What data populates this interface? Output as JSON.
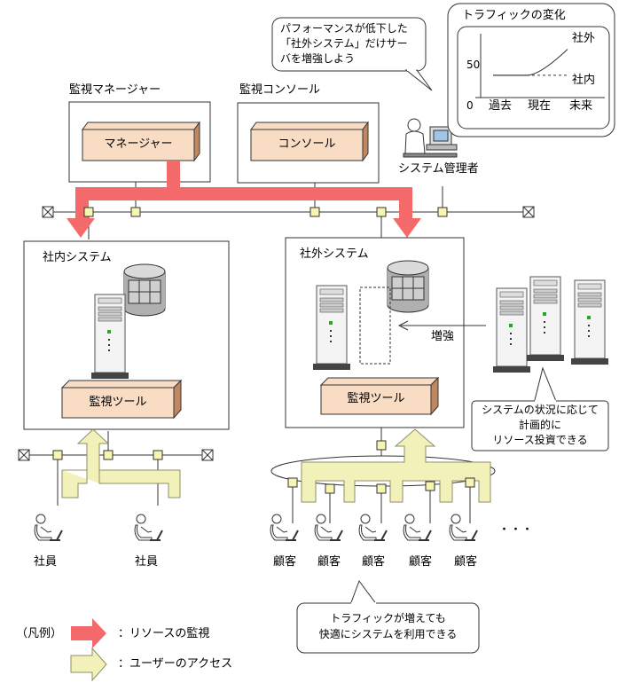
{
  "labels": {
    "manager_title": "監視マネージャー",
    "console_title": "監視コンソール",
    "manager_box": "マネージャー",
    "console_box": "コンソール",
    "admin": "システム管理者",
    "internal_title": "社内システム",
    "external_title": "社外システム",
    "internal_tool": "監視ツール",
    "external_tool": "監視ツール",
    "reinforce": "増強",
    "employee_1": "社員",
    "employee_2": "社員",
    "customer_1": "顧客",
    "customer_2": "顧客",
    "customer_3": "顧客",
    "customer_4": "顧客",
    "customer_5": "顧客",
    "more": "・・・",
    "legend_title": "（凡例）",
    "legend_monitor": "：リソースの監視",
    "legend_access": "：ユーザーのアクセス"
  },
  "callouts": {
    "perf_1": "パフォーマンスが低下した",
    "perf_2": "「社外システム」だけサー",
    "perf_3": "バを増強しよう",
    "plan_1": "システムの状況に応じて",
    "plan_2": "計画的に",
    "plan_3": "リソース投資できる",
    "comfort_1": "トラフィックが増えても",
    "comfort_2": "快適にシステムを利用できる"
  },
  "chart_data": {
    "type": "line",
    "title": "トラフィックの変化",
    "categories": [
      "過去",
      "現在",
      "未来"
    ],
    "ytick": "50",
    "yorigin": "0",
    "series": [
      {
        "name": "社外",
        "values": [
          33,
          33,
          75
        ],
        "style": "solid"
      },
      {
        "name": "社内",
        "values": [
          33,
          33,
          33
        ],
        "style": "dashed after 現在"
      }
    ],
    "ylim": [
      0,
      100
    ]
  },
  "colors": {
    "monitor_arrow": "#F46A6A",
    "access_arrow": "#F1F1B9",
    "access_stroke": "#8E8E6A",
    "box_fill": "#F8DCC4",
    "box_side": "#C08860",
    "node_fill": "#F6F6B2"
  }
}
